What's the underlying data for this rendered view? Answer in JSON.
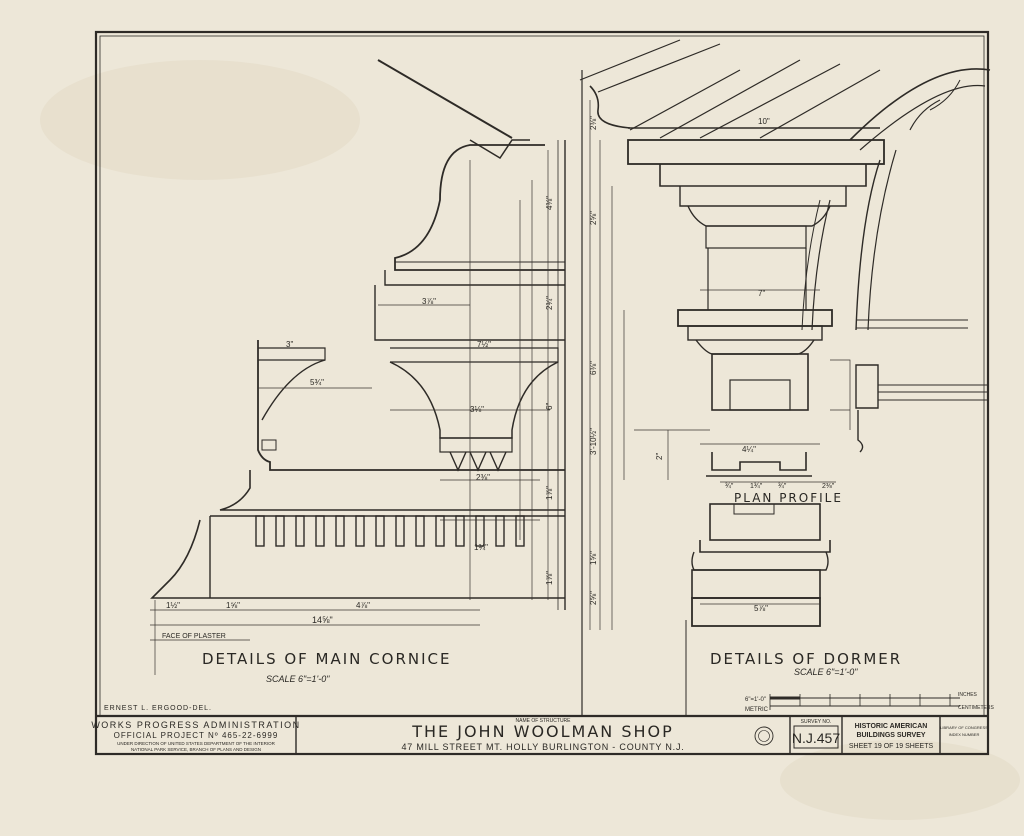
{
  "cornice": {
    "title": "DETAILS OF MAIN CORNICE",
    "scale": "SCALE 6\"=1'-0\"",
    "note": "FACE OF PLASTER"
  },
  "dormer": {
    "title": "DETAILS OF DORMER",
    "scale": "SCALE 6\"=1'-0\"",
    "plan_label": "PLAN PROFILE"
  },
  "scale": {
    "imperial": "6\"=1'-0\"",
    "metric": "METRIC",
    "unit_inches": "INCHES",
    "unit_cm": "CENTIMETERS"
  },
  "titleblock": {
    "delineator": "ERNEST L. ERGOOD-DEL.",
    "wpa": "WORKS PROGRESS ADMINISTRATION",
    "project": "OFFICIAL PROJECT Nº 465-22-6999",
    "direction_1": "UNDER DIRECTION OF UNITED STATES DEPARTMENT OF THE INTERIOR",
    "direction_2": "NATIONAL PARK SERVICE, BRANCH OF PLANS AND DESIGN",
    "structure_caption": "NAME OF STRUCTURE",
    "structure_name": "THE JOHN WOOLMAN SHOP",
    "address": "47 MILL STREET MT. HOLLY  BURLINGTON - COUNTY  N.J.",
    "survey_caption": "SURVEY NO.",
    "survey_no": "N.J.457",
    "habs_1": "HISTORIC AMERICAN",
    "habs_2": "BUILDINGS SURVEY",
    "sheet": "SHEET 19 OF 19 SHEETS",
    "ref_1": "LIBRARY OF CONGRESS",
    "ref_2": "INDEX NUMBER"
  }
}
